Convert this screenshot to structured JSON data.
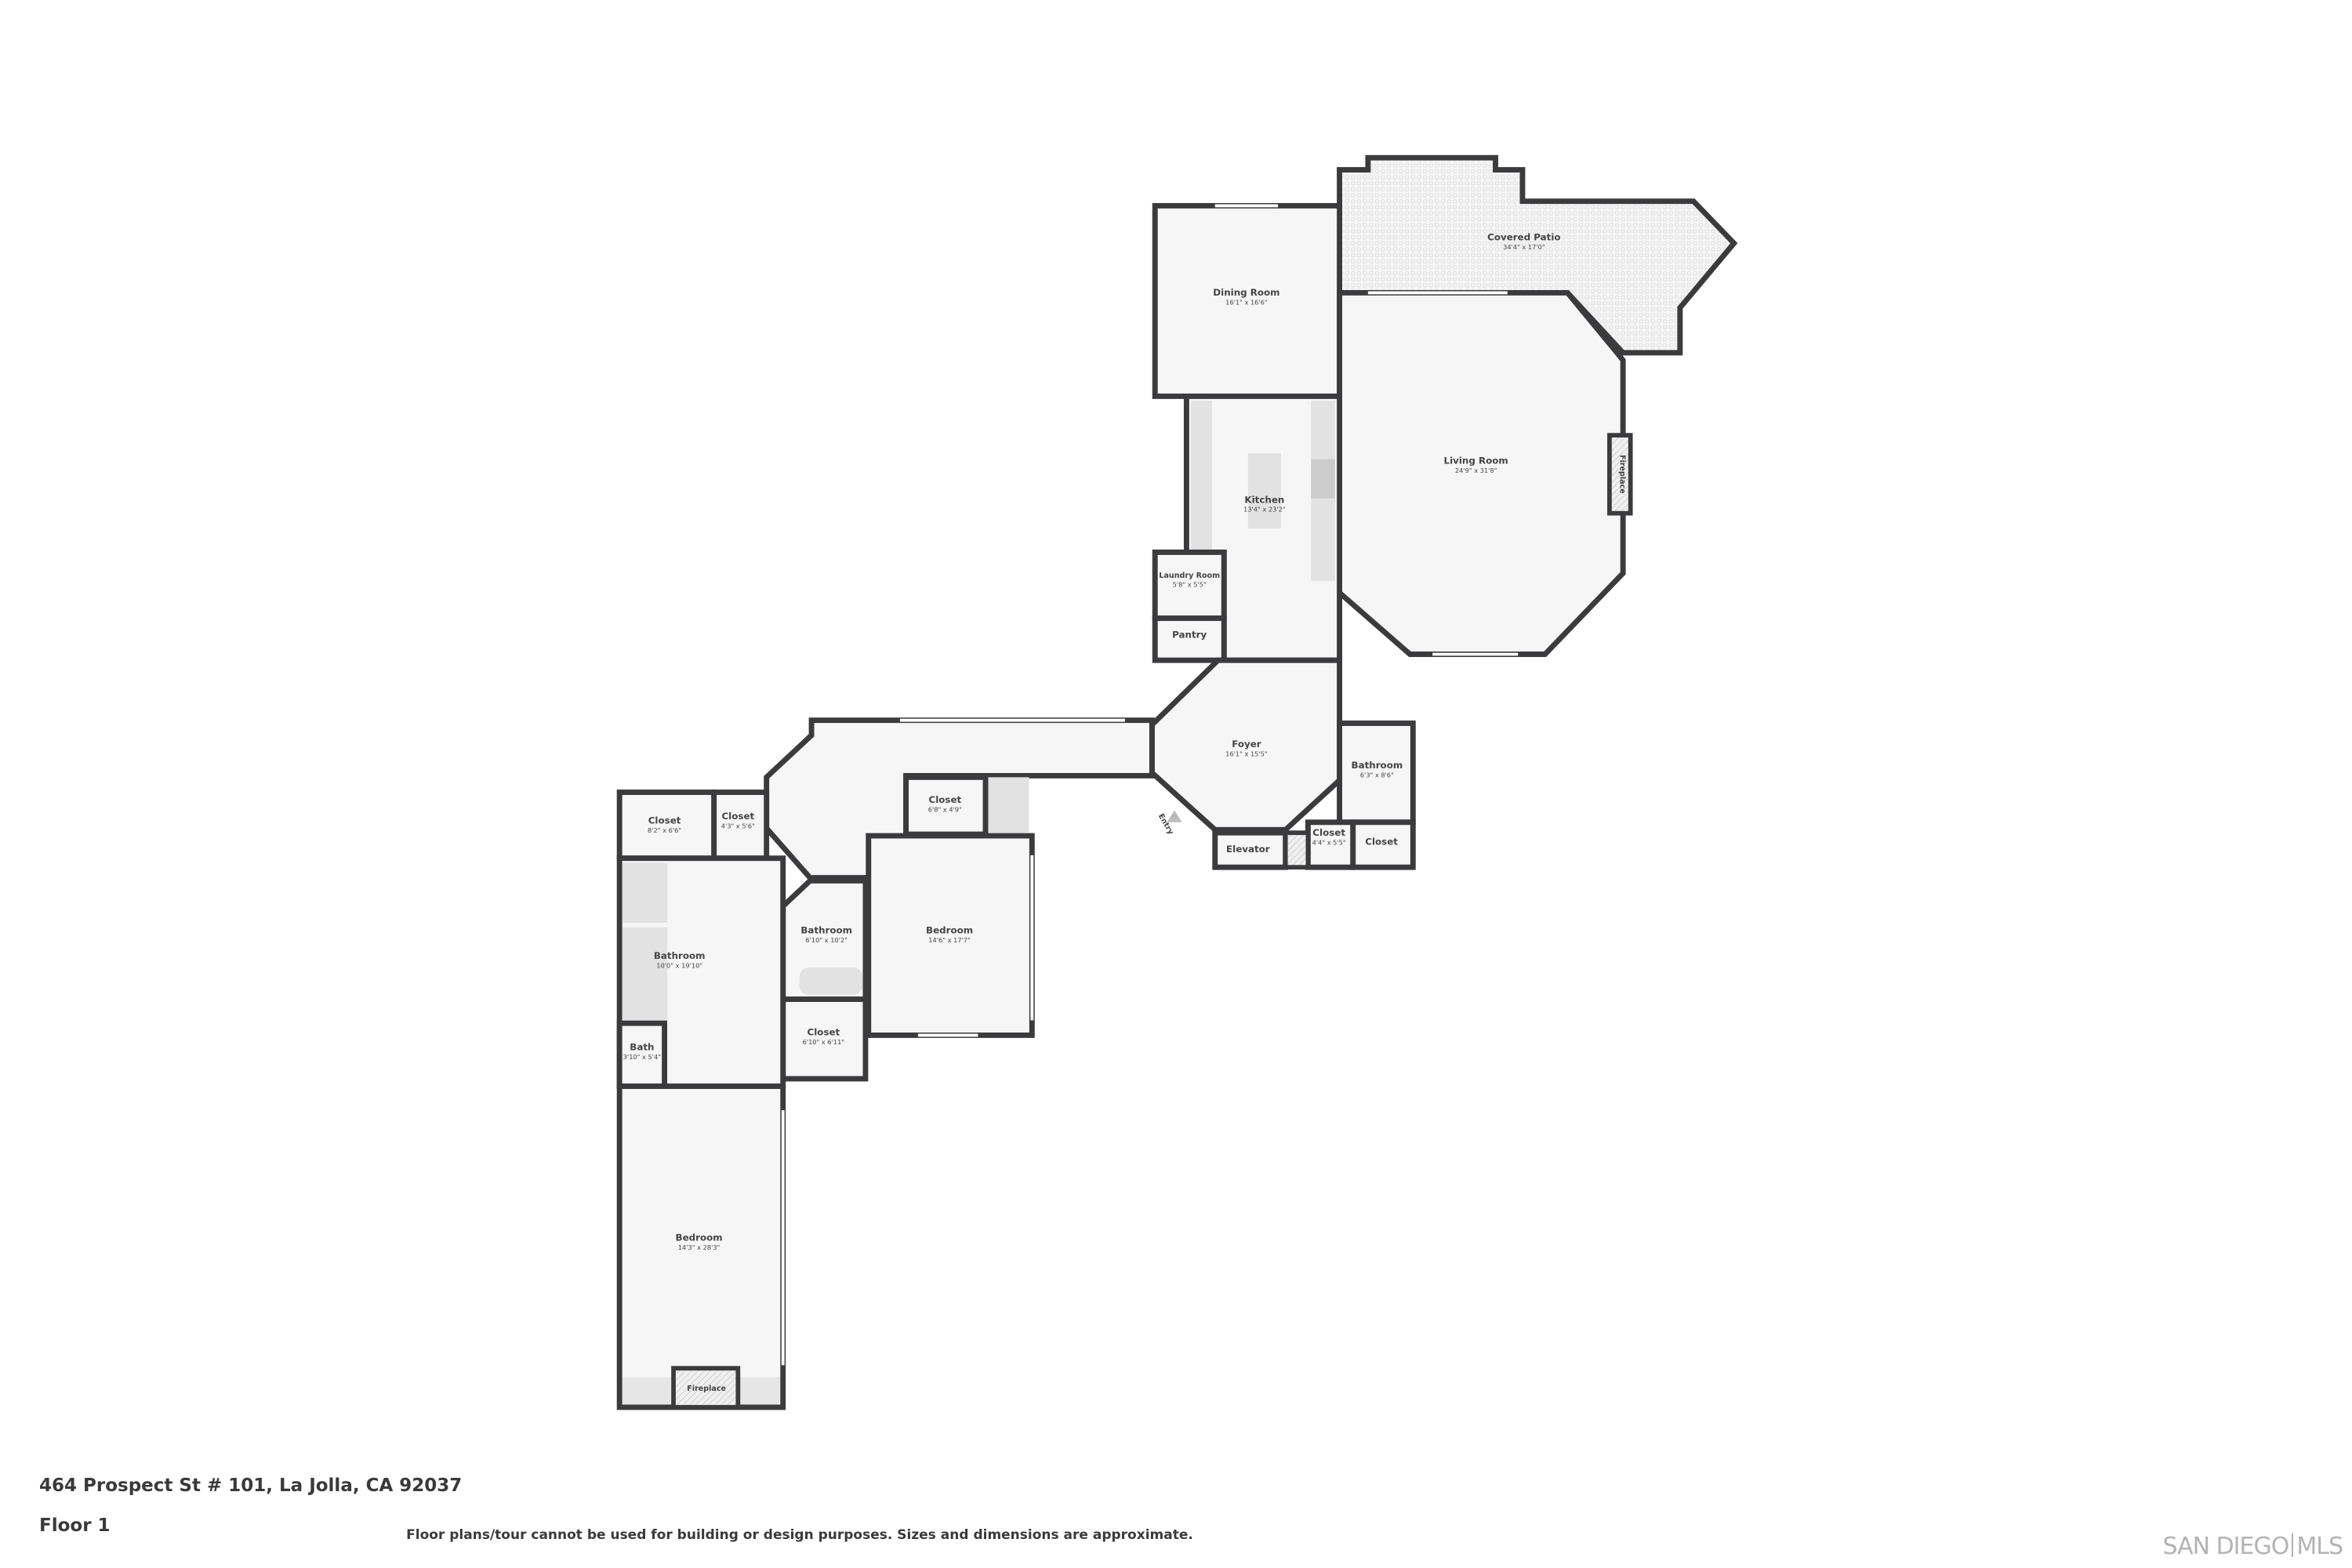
{
  "footer": {
    "address": "464 Prospect St # 101, La Jolla, CA 92037",
    "floor": "Floor 1",
    "disclaimer": "Floor plans/tour cannot be used for building or design purposes. Sizes and dimensions are approximate.",
    "logo_left": "SAN DIEGO",
    "logo_right": "MLS"
  },
  "rooms": [
    {
      "name": "Covered Patio",
      "dims": "34'4\" x 17'0\""
    },
    {
      "name": "Dining Room",
      "dims": "16'1\" x 16'6\""
    },
    {
      "name": "Living Room",
      "dims": "24'9\" x 31'8\""
    },
    {
      "name": "Kitchen",
      "dims": "13'4\" x 23'2\""
    },
    {
      "name": "Laundry Room",
      "dims": "5'8\" x 5'5\""
    },
    {
      "name": "Pantry",
      "dims": ""
    },
    {
      "name": "Foyer",
      "dims": "16'1\" x 15'5\""
    },
    {
      "name": "Bathroom",
      "dims": "6'3\" x 8'6\""
    },
    {
      "name": "Closet",
      "dims": "4'4\" x 5'5\""
    },
    {
      "name": "Closet",
      "dims": ""
    },
    {
      "name": "Elevator",
      "dims": ""
    },
    {
      "name": "Closet",
      "dims": "6'8\" x 4'9\""
    },
    {
      "name": "Bedroom",
      "dims": "14'6\" x 17'7\""
    },
    {
      "name": "Bathroom",
      "dims": "6'10\" x 10'2\""
    },
    {
      "name": "Closet",
      "dims": "6'10\" x 6'11\""
    },
    {
      "name": "Closet",
      "dims": "8'2\" x 6'6\""
    },
    {
      "name": "Closet",
      "dims": "4'3\" x 5'6\""
    },
    {
      "name": "Bathroom",
      "dims": "10'0\" x 19'10\""
    },
    {
      "name": "Bath",
      "dims": "3'10\" x 5'4\""
    },
    {
      "name": "Bedroom",
      "dims": "14'3\" x 28'3\""
    }
  ],
  "fireplaces": [
    "Fireplace",
    "Fireplace"
  ],
  "entry_label": "Entry"
}
